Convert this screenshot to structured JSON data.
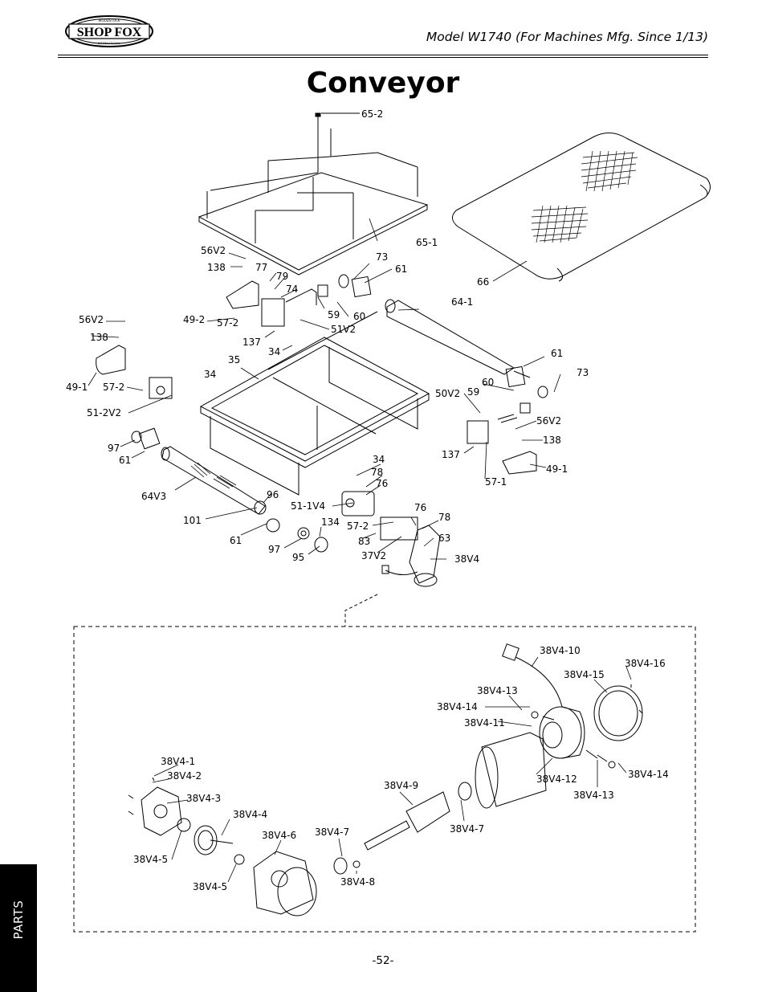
{
  "header": {
    "logo_text": "SHOP FOX",
    "logo_top_text": "WOODSTOCK",
    "logo_bottom_text": "INTERNATIONAL",
    "model_line": "Model W1740 (For Machines Mfg. Since 1/13)"
  },
  "title": "Conveyor",
  "side_tab": "PARTS",
  "page_number": "-52-",
  "callouts": {
    "c65_2": "65-2",
    "c65_1": "65-1",
    "c56V2_a": "56V2",
    "c138_a": "138",
    "c77": "77",
    "c79": "79",
    "c74": "74",
    "c73_a": "73",
    "c61_a": "61",
    "c66": "66",
    "c49_2": "49-2",
    "c57_2_a": "57-2",
    "c59_a": "59",
    "c60_a": "60",
    "c51V2": "51V2",
    "c64_1": "64-1",
    "c56V2_b": "56V2",
    "c138_b": "138",
    "c137_a": "137",
    "c34_a": "34",
    "c35": "35",
    "c61_b": "61",
    "c73_b": "73",
    "c34_b": "34",
    "c49_1_a": "49-1",
    "c57_2_b": "57-2",
    "c60_b": "60",
    "c50V2": "50V2",
    "c59_b": "59",
    "c51_2V2": "51-2V2",
    "c56V2_c": "56V2",
    "c138_c": "138",
    "c97_a": "97",
    "c61_c": "61",
    "c137_b": "137",
    "c49_1_b": "49-1",
    "c34_c": "34",
    "c78_a": "78",
    "c76_a": "76",
    "c57_1": "57-1",
    "c64V3": "64V3",
    "c96": "96",
    "c51_1V4": "51-1V4",
    "c76_b": "76",
    "c101": "101",
    "c134": "134",
    "c78_b": "78",
    "c57_2_c": "57-2",
    "c61_d": "61",
    "c63": "63",
    "c83": "83",
    "c97_b": "97",
    "c95": "95",
    "c37V2": "37V2",
    "c38V4": "38V4",
    "m10": "38V4-10",
    "m16": "38V4-16",
    "m15": "38V4-15",
    "m13a": "38V4-13",
    "m14a": "38V4-14",
    "m11": "38V4-11",
    "m1": "38V4-1",
    "m2": "38V4-2",
    "m9": "38V4-9",
    "m12": "38V4-12",
    "m14b": "38V4-14",
    "m3": "38V4-3",
    "m13b": "38V4-13",
    "m4": "38V4-4",
    "m7a": "38V4-7",
    "m6": "38V4-6",
    "m7b": "38V4-7",
    "m5a": "38V4-5",
    "m8": "38V4-8",
    "m5b": "38V4-5"
  }
}
